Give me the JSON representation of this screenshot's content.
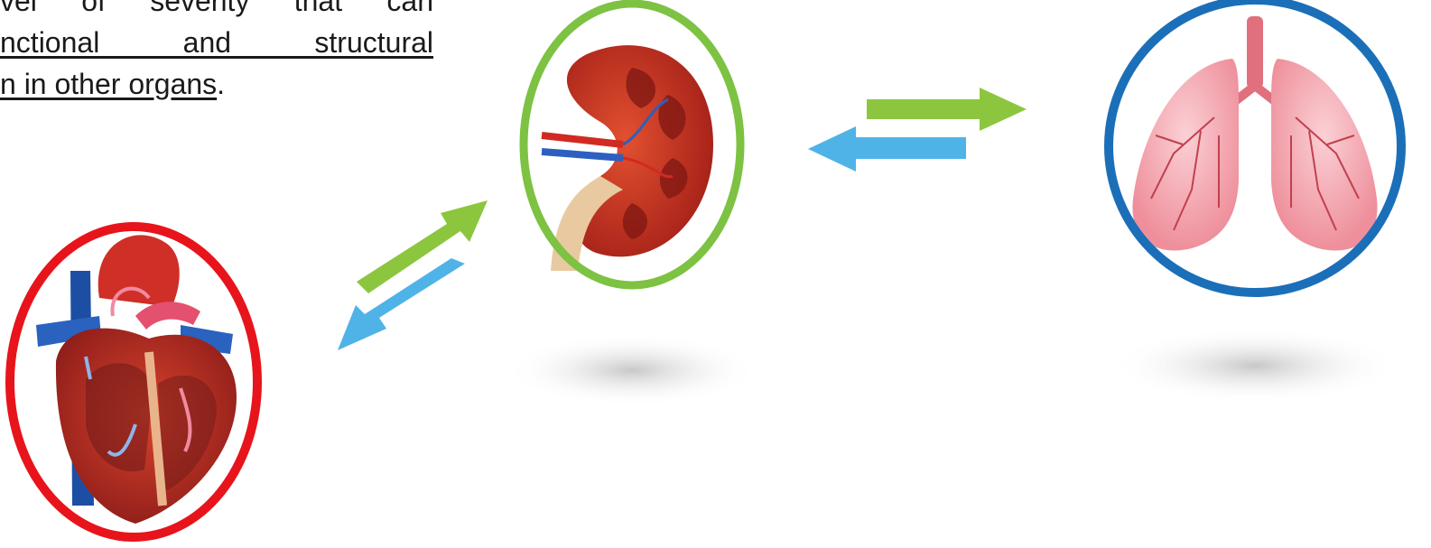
{
  "text": {
    "line1": "vel of severity that can",
    "line2": "nctional and structural",
    "line3_under": "n in other organs",
    "line3_tail": "."
  },
  "organs": [
    {
      "name": "heart",
      "ring_color": "#e8141b"
    },
    {
      "name": "kidney",
      "ring_color": "#7dc242"
    },
    {
      "name": "lungs",
      "ring_color": "#1b6fb8"
    }
  ],
  "arrows": {
    "forward_color": "#8cc63f",
    "back_color": "#4fb3e8"
  }
}
